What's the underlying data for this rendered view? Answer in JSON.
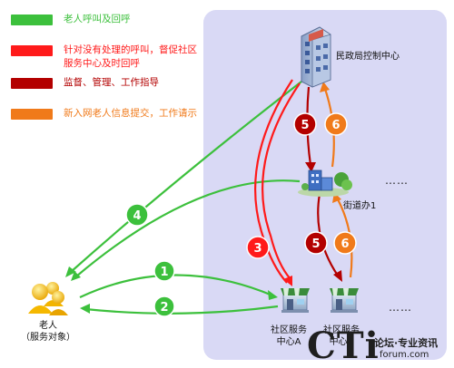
{
  "legend": [
    {
      "color": "#3cc03c",
      "text": "老人呼叫及回呼"
    },
    {
      "color": "#ff1a1a",
      "text": "针对没有处理的呼叫，督促社区\n服务中心及时回呼"
    },
    {
      "color": "#b30000",
      "text": "监督、管理、工作指导"
    },
    {
      "color": "#f07a1a",
      "text": "新入网老人信息提交，工作请示"
    }
  ],
  "nodes": {
    "bureau": "民政局控制中心",
    "street": "街道办1",
    "center_a": "社区服务\n中心A",
    "center_b": "社区服务\n中心B",
    "elder": "老人\n（服务对象）"
  },
  "ellipsis": "……",
  "badges": [
    "1",
    "2",
    "3",
    "4",
    "5",
    "6",
    "5",
    "6"
  ],
  "colors": {
    "green": "#3cc03c",
    "red": "#ff1a1a",
    "darkred": "#b30000",
    "orange": "#f07a1a",
    "panel": "#d9d9f5"
  },
  "watermark": {
    "logo": "CTi",
    "line1": "论坛·专业资讯",
    "line2": "forum.com"
  }
}
